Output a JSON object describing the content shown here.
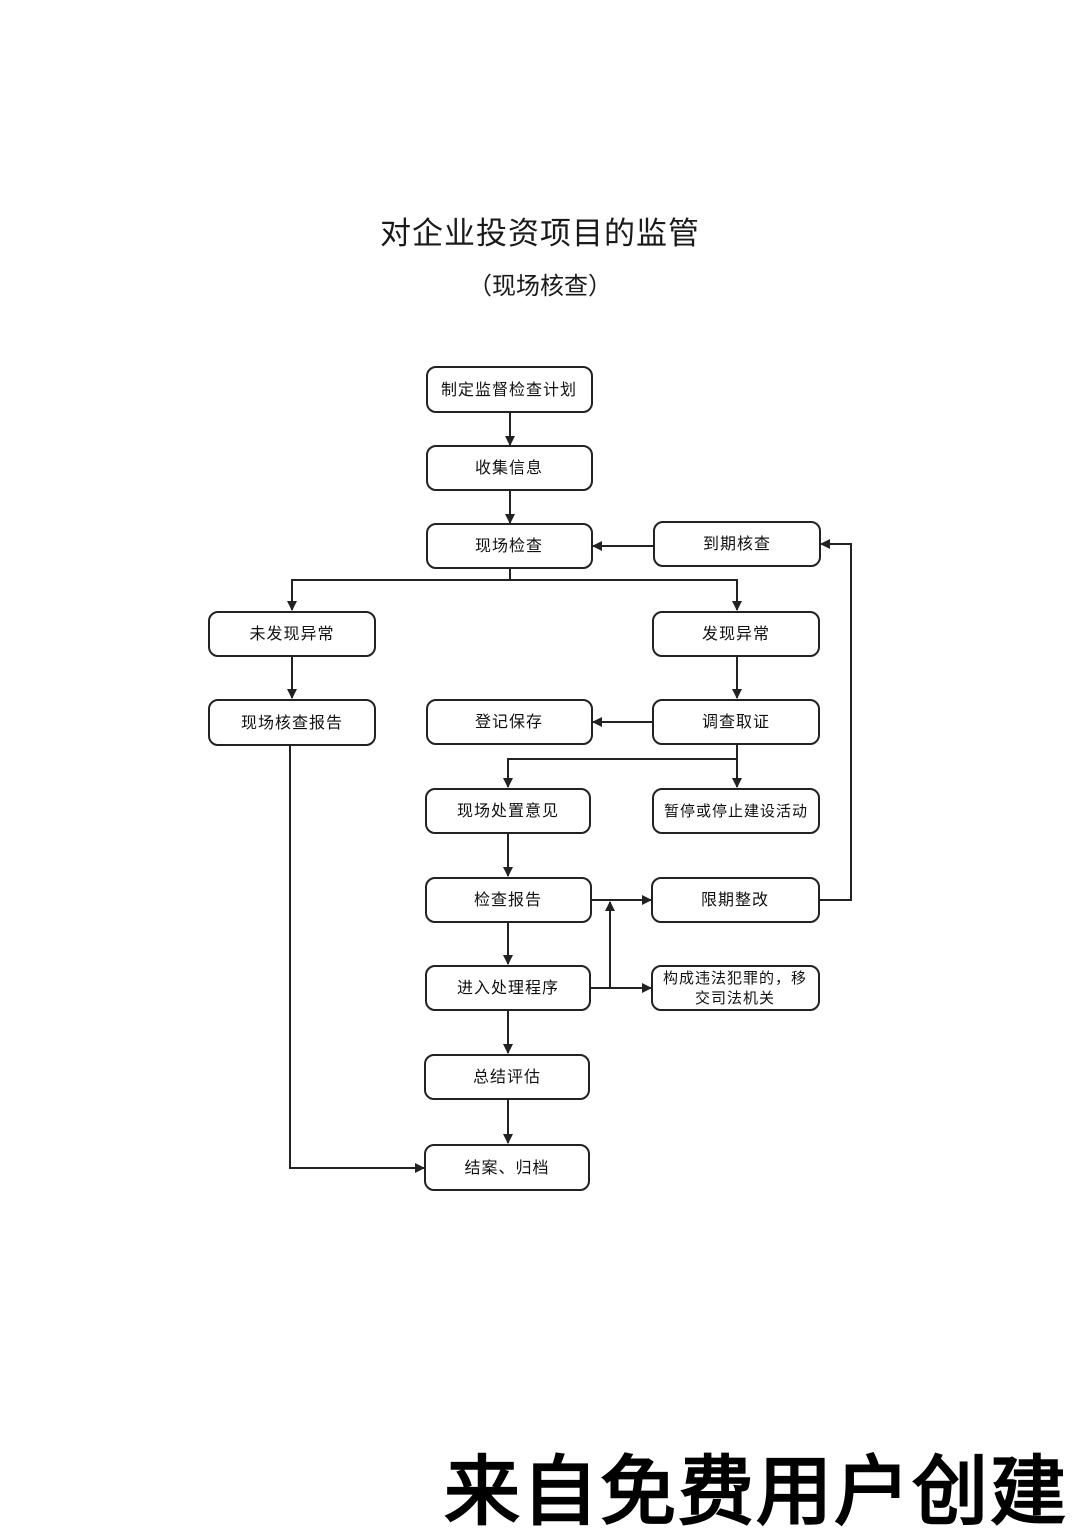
{
  "title": "对企业投资项目的监管",
  "subtitle": "（现场核查）",
  "watermark": "来自免费用户创建",
  "nodes": {
    "make_plan": "制定监督检查计划",
    "collect_info": "收集信息",
    "site_inspection": "现场检查",
    "due_review": "到期核查",
    "no_anomaly": "未发现异常",
    "anomaly_found": "发现异常",
    "inspection_report": "现场核查报告",
    "register_save": "登记保存",
    "investigate": "调查取证",
    "site_opinion": "现场处置意见",
    "suspend": "暂停或停止建设活动",
    "check_report": "检查报告",
    "rectify": "限期整改",
    "process": "进入处理程序",
    "transfer_line1": "构成违法犯罪的，移",
    "transfer_line2": "交司法机关",
    "summary": "总结评估",
    "close_archive": "结案、归档"
  }
}
